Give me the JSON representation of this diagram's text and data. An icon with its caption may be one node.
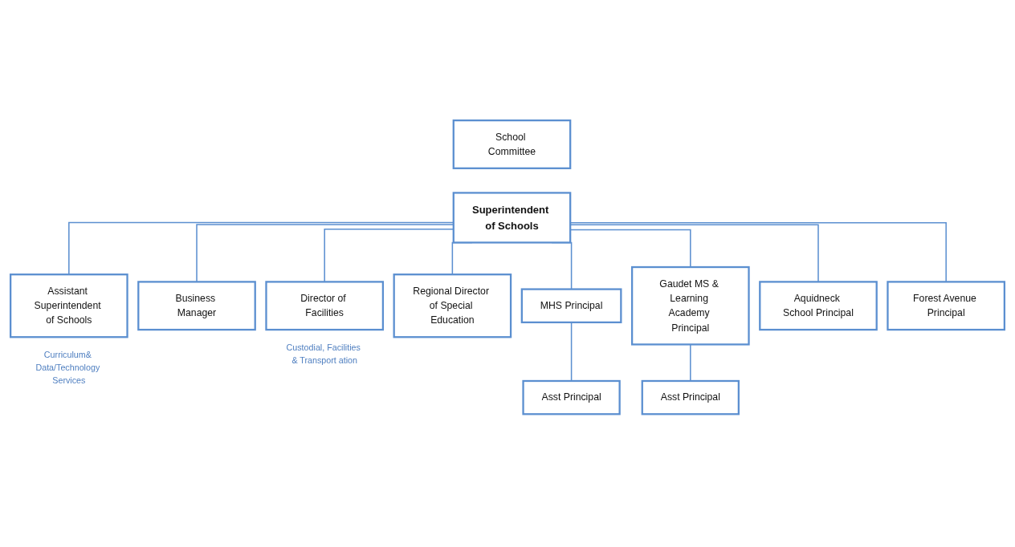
{
  "diagram": {
    "nodes": [
      {
        "text": [
          "School Committee"
        ]
      },
      {
        "text": [
          "Superintendent of Schools"
        ]
      },
      {
        "text": [
          "Assistant Superintendent of Schools"
        ],
        "beside": [
          "Curriculum& Data/Technology Services"
        ]
      },
      {
        "text": [
          "Business Manager"
        ]
      },
      {
        "text": [
          "Director of Facilities"
        ],
        "beside": [
          "Custodial, Facilities & Transport ation"
        ]
      },
      {
        "text": [
          "Regional Director of Special Education"
        ]
      },
      {
        "text": [
          "MHS Principal"
        ]
      },
      {
        "text": [
          "Asst Principal"
        ]
      },
      {
        "text": [
          "Gaudet MS & Learning Academy Principal"
        ]
      },
      {
        "text": [
          "Asst Principal"
        ]
      },
      {
        "text": [
          "Aquidneck School Principal"
        ]
      },
      {
        "text": [
          "Forest Avenue Principal"
        ]
      }
    ],
    "edges": [
      {
        "from": 1,
        "to": 2,
        "arrow": "none"
      },
      {
        "from": 1,
        "to": 3,
        "arrow": "none"
      },
      {
        "from": 1,
        "to": 4,
        "arrow": "none"
      },
      {
        "from": 1,
        "to": 5,
        "arrow": "none"
      },
      {
        "from": 1,
        "to": 6,
        "arrow": "none"
      },
      {
        "from": 1,
        "to": 8,
        "arrow": "none"
      },
      {
        "from": 1,
        "to": 10,
        "arrow": "none"
      },
      {
        "from": 1,
        "to": 11,
        "arrow": "none"
      },
      {
        "from": 6,
        "to": 7,
        "arrow": "none"
      },
      {
        "from": 8,
        "to": 9,
        "arrow": "none"
      }
    ]
  }
}
